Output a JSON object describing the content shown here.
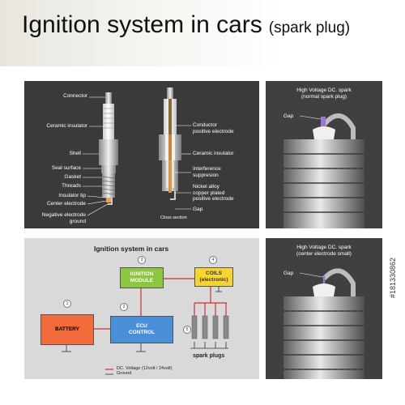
{
  "header": {
    "title": "Ignition system in cars",
    "subtitle": "(spark plug)"
  },
  "plug_panel": {
    "left_labels": [
      "Connector",
      "Ceramic insulator",
      "Shell",
      "Seal surface",
      "Gasket",
      "Threads",
      "Insulator tip",
      "Center electrode",
      "Negative electrode",
      "ground"
    ],
    "right_labels": [
      "Conductor",
      "positive electrode",
      "Ceramic insulator",
      "Interference",
      "suppresion",
      "Nickel alloy",
      "copper plated",
      "positive electrode",
      "Gap"
    ],
    "caption": "Closs section"
  },
  "spark_panel_1": {
    "title_line1": "High Voltage DC. spark",
    "title_line2": "(normal spark plug)",
    "gap": "Gap"
  },
  "spark_panel_2": {
    "title_line1": "High Voltage DC. spark",
    "title_line2": "(center electrode small)",
    "gap": "Gap"
  },
  "system_panel": {
    "title": "Ignition system in cars",
    "battery": "BATTERY",
    "ecu_line1": "ECU",
    "ecu_line2": "CONTROL",
    "ignition_line1": "IGNITION",
    "ignition_line2": "MODULE",
    "coils_line1": "COILS",
    "coils_line2": "(electronic)",
    "spark_plugs": "spark plugs",
    "numbers": [
      "1",
      "2",
      "3",
      "4",
      "5"
    ],
    "legend_dc": "DC. Voltage (12volt / 24volt)",
    "legend_ground": "Ground",
    "colors": {
      "battery": "#f26b3a",
      "ecu": "#4a90d9",
      "ignition": "#8dc63f",
      "coils": "#f7d531",
      "wire": "#d0312d"
    }
  },
  "stock_id": "#181330862"
}
